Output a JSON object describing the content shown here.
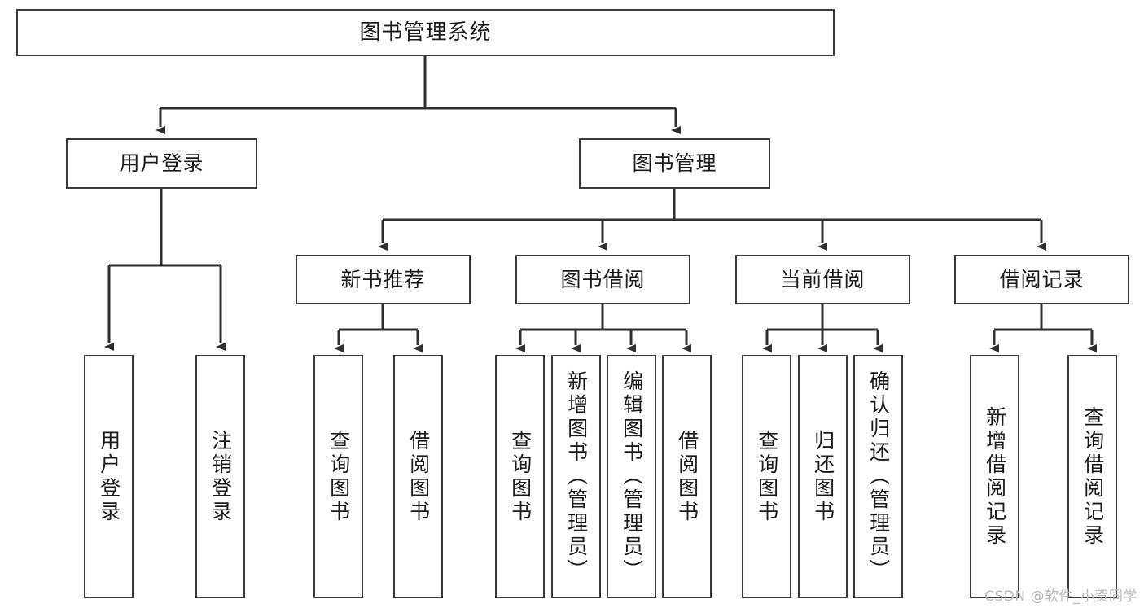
{
  "diagram": {
    "title": "图书管理系统",
    "type": "tree",
    "watermark": "CSDN @软件_小贺同学",
    "colors": {
      "background": "#ffffff",
      "node_border": "#3a3a3a",
      "node_fill": "#ffffff",
      "edge": "#2f2f2f",
      "text": "#1b1b1b",
      "watermark": "#b9b9b9"
    },
    "nodes": {
      "root": "图书管理系统",
      "level2": {
        "user_login": "用户登录",
        "book_manage": "图书管理"
      },
      "level3": {
        "new_book_rec": "新书推荐",
        "book_borrow": "图书借阅",
        "current_borrow": "当前借阅",
        "borrow_record": "借阅记录"
      },
      "leaves": {
        "user_login_children": [
          "用户登录",
          "注销登录"
        ],
        "new_book_rec_children": [
          "查询图书",
          "借阅图书"
        ],
        "book_borrow_children": [
          "查询图书",
          "新增图书（管理员）",
          "编辑图书（管理员）",
          "借阅图书"
        ],
        "current_borrow_children": [
          "查询图书",
          "归还图书",
          "确认归还（管理员）"
        ],
        "borrow_record_children": [
          "新增借阅记录",
          "查询借阅记录"
        ]
      }
    }
  }
}
